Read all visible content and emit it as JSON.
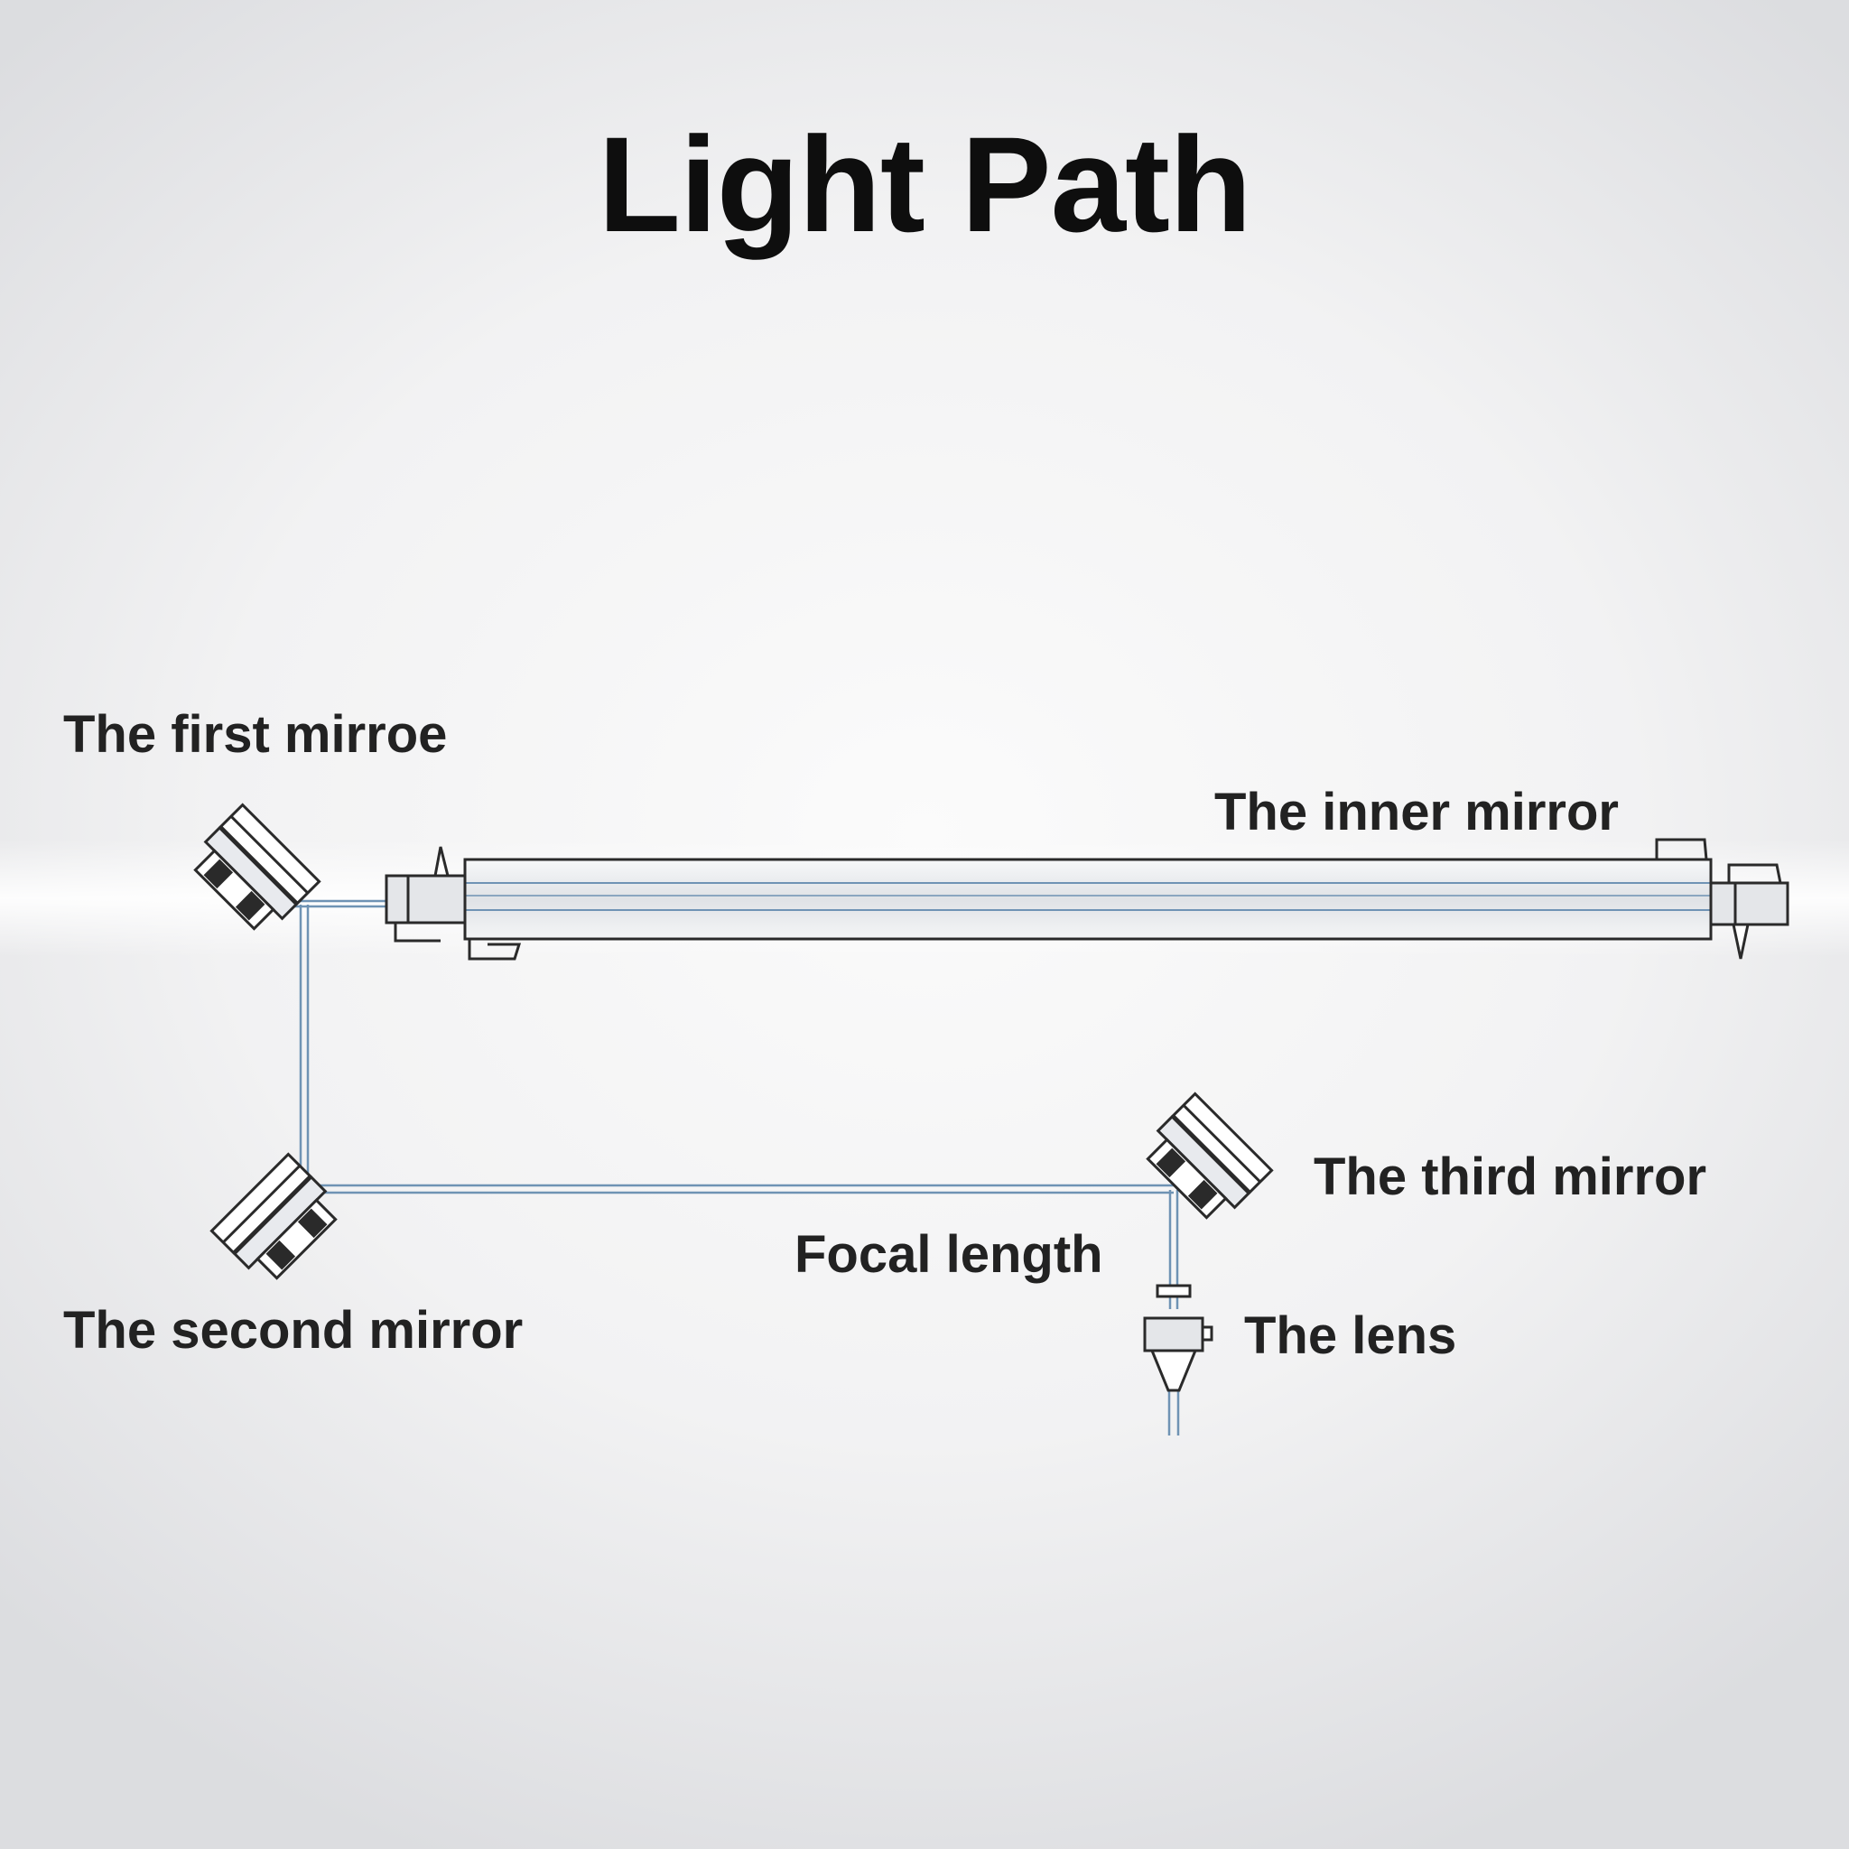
{
  "title": "Light Path",
  "labels": {
    "first_mirror": "The first mirroe",
    "inner_mirror": "The inner mirror",
    "second_mirror": "The second mirror",
    "third_mirror": "The third mirror",
    "focal_length": "Focal length",
    "lens": "The lens"
  },
  "colors": {
    "beam": "#6f93b4",
    "outline": "#2a2a2a",
    "tube_fill": "#eaecef",
    "background": "#f2f2f3"
  }
}
